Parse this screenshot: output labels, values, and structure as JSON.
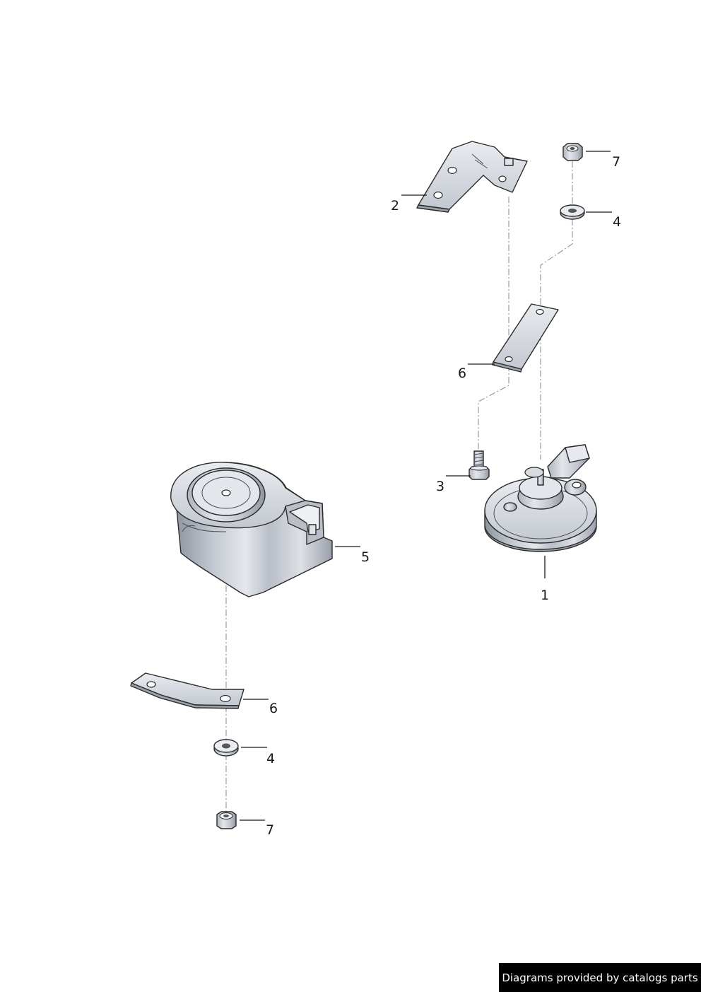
{
  "callouts": [
    {
      "id": "horn-high",
      "label": "1"
    },
    {
      "id": "bracket",
      "label": "2"
    },
    {
      "id": "bolt",
      "label": "3"
    },
    {
      "id": "washer-upper",
      "label": "4"
    },
    {
      "id": "washer-lower",
      "label": "4"
    },
    {
      "id": "horn-low",
      "label": "5"
    },
    {
      "id": "strap-upper",
      "label": "6"
    },
    {
      "id": "strap-lower",
      "label": "6"
    },
    {
      "id": "nut-upper",
      "label": "7"
    },
    {
      "id": "nut-lower",
      "label": "7"
    }
  ],
  "credit": "Diagrams provided by catalogs parts",
  "colors": {
    "part_fill": "#c9ced6",
    "part_shadow": "#9aa1ac",
    "part_light": "#e6e9ee",
    "outline": "#2b2b2b",
    "center_line": "#8a94a0",
    "credit_background": "#000000",
    "credit_text": "#ffffff"
  }
}
